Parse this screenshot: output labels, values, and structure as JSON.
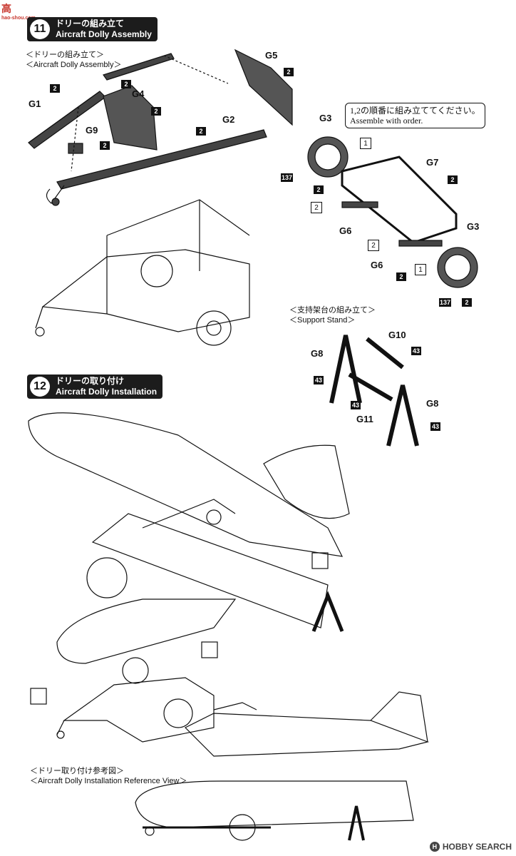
{
  "watermarks": {
    "top_left": "高",
    "top_left_url": "hao-shou.com",
    "bottom_right": "HOBBY SEARCH"
  },
  "step11": {
    "number": "11",
    "title_jp": "ドリーの組み立て",
    "title_en": "Aircraft Dolly Assembly",
    "sub_jp": "＜ドリーの組み立て＞",
    "sub_en": "＜Aircraft Dolly Assembly＞"
  },
  "step12": {
    "number": "12",
    "title_jp": "ドリーの取り付け",
    "title_en": "Aircraft Dolly Installation"
  },
  "support_stand": {
    "sub_jp": "＜支持架台の組み立て＞",
    "sub_en": "＜Support Stand＞"
  },
  "reference_view": {
    "sub_jp": "＜ドリー取り付け参考図＞",
    "sub_en": "＜Aircraft Dolly Installation Reference View＞"
  },
  "assembly_note": {
    "jp": "1,2の順番に組み立ててください。",
    "en": "Assemble with order."
  },
  "parts": {
    "g1": "G1",
    "g2": "G2",
    "g3a": "G3",
    "g3b": "G3",
    "g4": "G4",
    "g5": "G5",
    "g6a": "G6",
    "g6b": "G6",
    "g7": "G7",
    "g8a": "G8",
    "g8b": "G8",
    "g9": "G9",
    "g10": "G10",
    "g11": "G11"
  },
  "color_codes": {
    "c2": "2",
    "c137": "137",
    "c43": "43"
  },
  "order_marks": {
    "one": "1",
    "two": "2"
  }
}
